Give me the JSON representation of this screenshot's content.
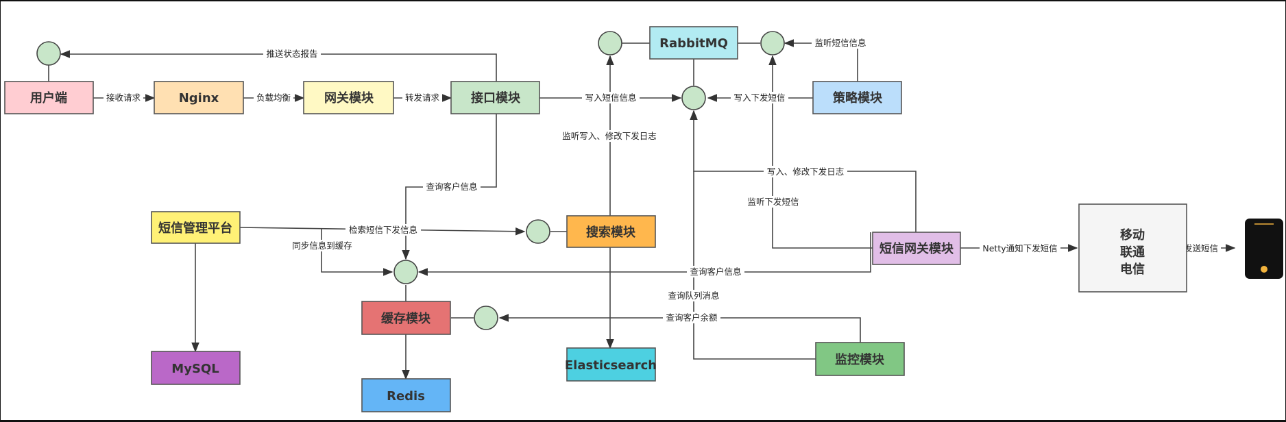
{
  "nodes": {
    "user": {
      "label": "用户端",
      "color": "#ffcdd2"
    },
    "nginx": {
      "label": "Nginx",
      "color": "#ffe0b2"
    },
    "gateway": {
      "label": "网关模块",
      "color": "#fff9c4"
    },
    "api": {
      "label": "接口模块",
      "color": "#c8e6c9"
    },
    "rabbitmq": {
      "label": "RabbitMQ",
      "color": "#b2ebf2"
    },
    "strategy": {
      "label": "策略模块",
      "color": "#bbdefb"
    },
    "sms_admin": {
      "label": "短信管理平台",
      "color": "#fff176"
    },
    "search": {
      "label": "搜索模块",
      "color": "#ffb74d"
    },
    "cache": {
      "label": "缓存模块",
      "color": "#e57373"
    },
    "mysql": {
      "label": "MySQL",
      "color": "#ba68c8"
    },
    "redis": {
      "label": "Redis",
      "color": "#64b5f6"
    },
    "elasticsearch": {
      "label": "Elasticsearch",
      "color": "#4dd0e1"
    },
    "sms_gateway": {
      "label": "短信网关模块",
      "color": "#e1bee7"
    },
    "monitor": {
      "label": "监控模块",
      "color": "#81c784"
    },
    "carriers": {
      "lines": [
        "移动",
        "联通",
        "电信"
      ],
      "color": "#f5f5f5"
    }
  },
  "edge_labels": {
    "push_status": "推送状态报告",
    "receive_req": "接收请求",
    "load_balance": "负载均衡",
    "forward_req": "转发请求",
    "write_sms": "写入短信信息",
    "listen_sms": "监听短信信息",
    "write_send": "写入下发短信",
    "listen_write_log": "监听写入、修改下发日志",
    "query_customer_1": "查询客户信息",
    "write_modify_log": "写入、修改下发日志",
    "listen_send": "监听下发短信",
    "search_sms": "检索短信下发信息",
    "sync_cache": "同步信息到缓存",
    "query_customer_2": "查询客户信息",
    "netty": "Netty通知下发短信",
    "send_sms": "发送短信",
    "query_queue": "查询队列消息",
    "query_balance": "查询客户余额"
  },
  "colors": {
    "hub": "#c8e6c9",
    "phone": "#111111",
    "phone_button": "#f2b33d"
  },
  "icons": {
    "phone": "mobile-phone-icon"
  }
}
